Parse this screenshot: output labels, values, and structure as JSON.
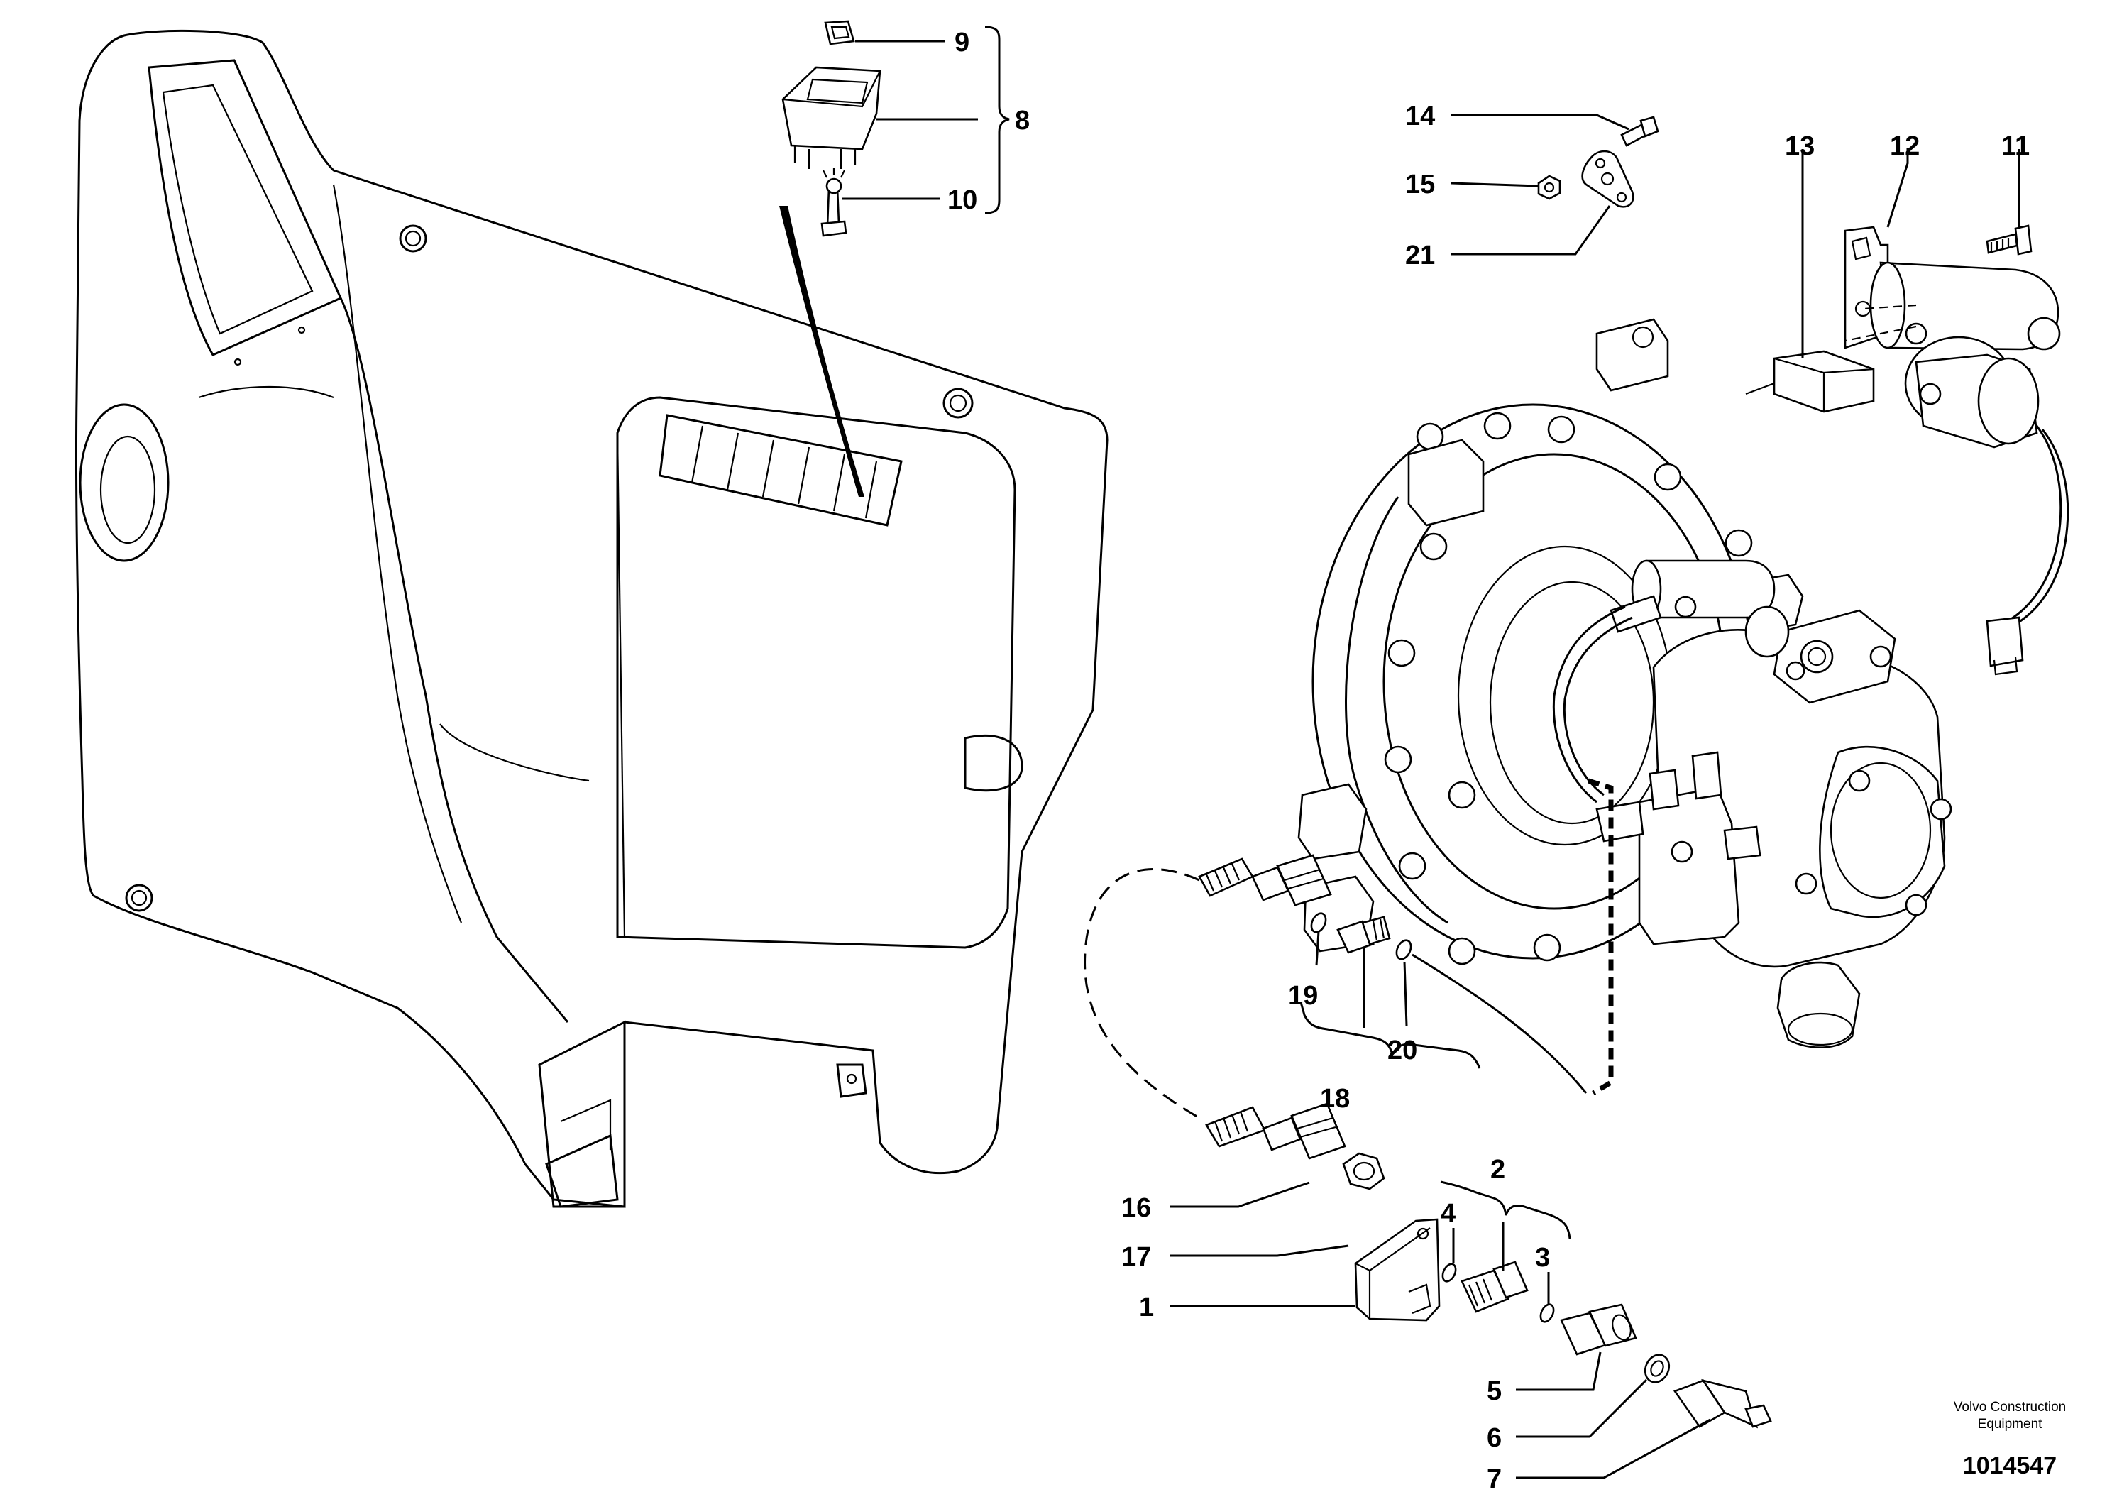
{
  "callouts": {
    "n1": "1",
    "n2": "2",
    "n3": "3",
    "n4": "4",
    "n5": "5",
    "n6": "6",
    "n7": "7",
    "n8": "8",
    "n9": "9",
    "n10": "10",
    "n11": "11",
    "n12": "12",
    "n13": "13",
    "n14": "14",
    "n15": "15",
    "n16": "16",
    "n17": "17",
    "n18": "18",
    "n19": "19",
    "n20": "20",
    "n21": "21"
  },
  "footer": {
    "company_line1": "Volvo Construction",
    "company_line2": "Equipment",
    "document_number": "1014547"
  }
}
